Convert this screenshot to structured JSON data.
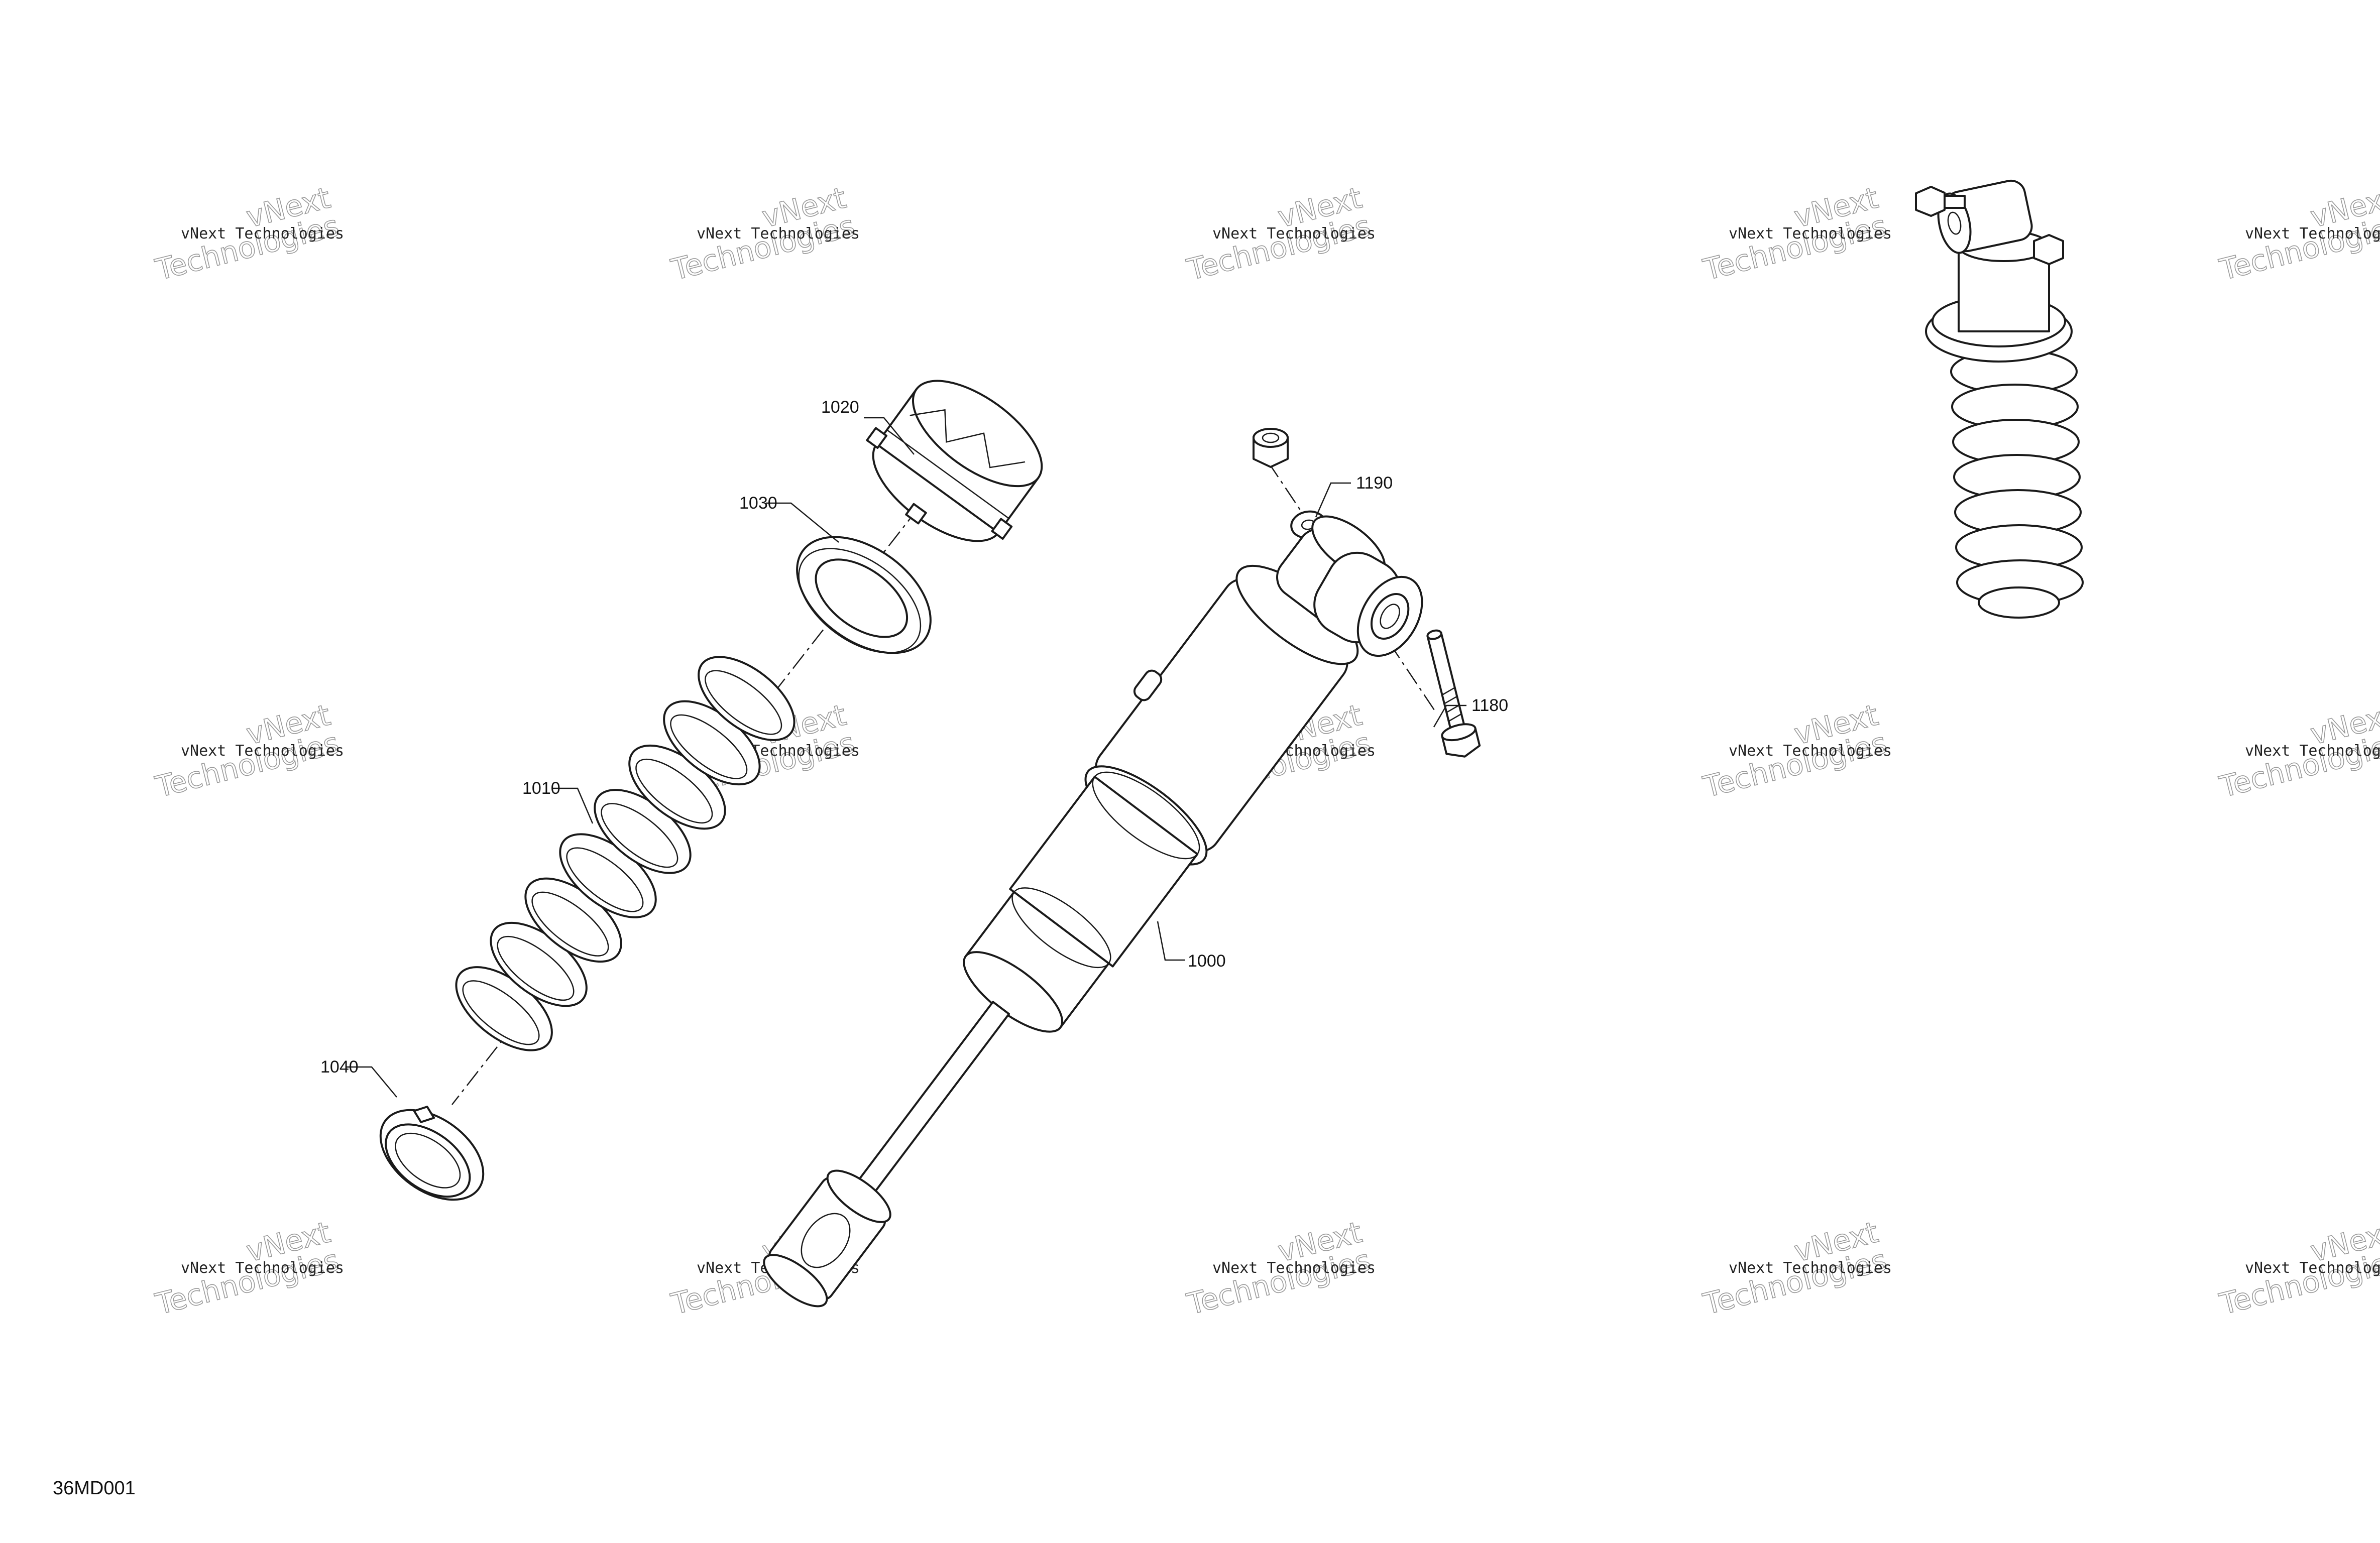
{
  "diagram_id": "36MD001",
  "watermark": {
    "line1": "vNext Technologies",
    "big_line1": "vNext",
    "big_line2": "Technologies"
  },
  "callouts": [
    {
      "id": "1020",
      "label": "1020"
    },
    {
      "id": "1030",
      "label": "1030"
    },
    {
      "id": "1010",
      "label": "1010"
    },
    {
      "id": "1040",
      "label": "1040"
    },
    {
      "id": "1190",
      "label": "1190"
    },
    {
      "id": "1180",
      "label": "1180"
    },
    {
      "id": "1000",
      "label": "1000"
    }
  ]
}
